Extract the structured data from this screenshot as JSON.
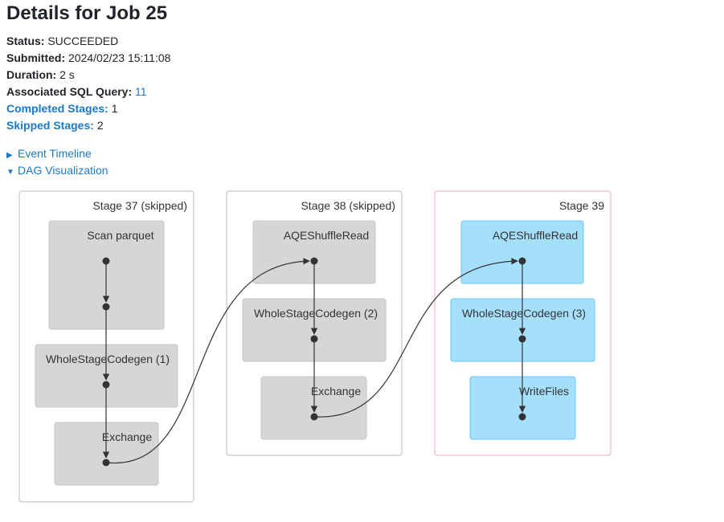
{
  "title": "Details for Job 25",
  "summary": {
    "status_label": "Status:",
    "status_value": "SUCCEEDED",
    "submitted_label": "Submitted:",
    "submitted_value": "2024/02/23 15:11:08",
    "duration_label": "Duration:",
    "duration_value": "2 s",
    "sql_label": "Associated SQL Query:",
    "sql_value": "11",
    "completed_label": "Completed Stages:",
    "completed_value": "1",
    "skipped_label": "Skipped Stages:",
    "skipped_value": "2"
  },
  "toggles": {
    "event_timeline": "Event Timeline",
    "dag_visualization": "DAG Visualization"
  },
  "dag": {
    "stages": [
      {
        "label": "Stage 37 (skipped)",
        "nodes": [
          "Scan parquet",
          "WholeStageCodegen (1)",
          "Exchange"
        ]
      },
      {
        "label": "Stage 38 (skipped)",
        "nodes": [
          "AQEShuffleRead",
          "WholeStageCodegen (2)",
          "Exchange"
        ]
      },
      {
        "label": "Stage 39",
        "nodes": [
          "AQEShuffleRead",
          "WholeStageCodegen (3)",
          "WriteFiles"
        ]
      }
    ]
  },
  "colors": {
    "link": "#1a7ac8",
    "skipped_node_fill": "#d6d6d6",
    "active_node_fill": "#a4dffc",
    "active_cluster_border": "#f2a8bd",
    "cluster_border": "#bbbbbb",
    "edge": "#333333"
  }
}
